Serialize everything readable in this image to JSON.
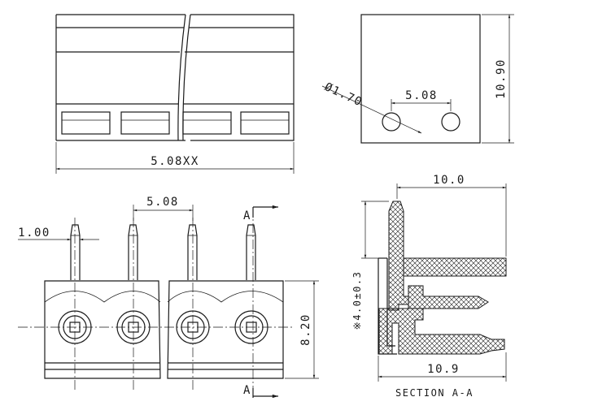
{
  "top_view": {
    "width_label": "5.08XX"
  },
  "end_view": {
    "hole_label": "Ø1.70",
    "pitch_label": "5.08",
    "height_label": "10.90"
  },
  "front_view": {
    "pin_label": "1.00",
    "pitch_label": "5.08",
    "height_label": "8.20",
    "section_top": "A",
    "section_bottom": "A"
  },
  "section_view": {
    "top_label": "10.0",
    "side_label": "※4.0±0.3",
    "bottom_label": "10.9",
    "caption": "SECTION A-A"
  },
  "colors": {
    "line": "#1a1a1a",
    "background": "#ffffff"
  }
}
